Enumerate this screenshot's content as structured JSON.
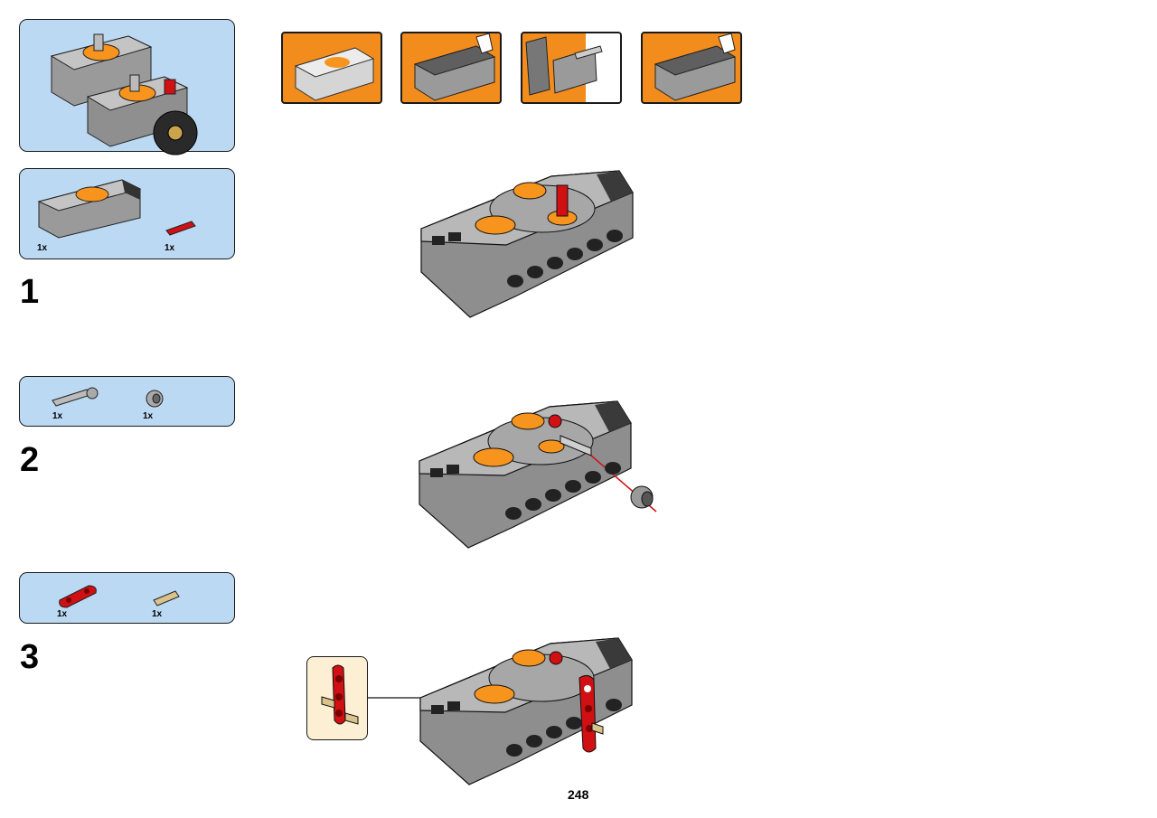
{
  "page_number": "248",
  "subassembly_preview": {},
  "battery_steps": [
    {
      "icon": "battery-box-closed-icon"
    },
    {
      "icon": "battery-box-open-lid-icon"
    },
    {
      "icon": "battery-insert-icon"
    },
    {
      "icon": "battery-box-close-lid-icon"
    }
  ],
  "steps": [
    {
      "number": "1",
      "parts": [
        {
          "qty": "1x",
          "icon": "ir-receiver-icon"
        },
        {
          "qty": "1x",
          "icon": "red-axle-icon"
        }
      ]
    },
    {
      "number": "2",
      "parts": [
        {
          "qty": "1x",
          "icon": "axle-connector-icon"
        },
        {
          "qty": "1x",
          "icon": "bush-icon"
        }
      ]
    },
    {
      "number": "3",
      "parts": [
        {
          "qty": "1x",
          "icon": "red-beam-icon"
        },
        {
          "qty": "1x",
          "icon": "tan-pin-icon"
        }
      ]
    }
  ],
  "colors": {
    "panel_blue": "#bcd9f3",
    "battery_orange": "#f28c1c",
    "callout_cream": "#fcefd3",
    "lego_red": "#d01012",
    "lego_orange": "#f7941d",
    "lego_gray": "#8a8a8a"
  }
}
